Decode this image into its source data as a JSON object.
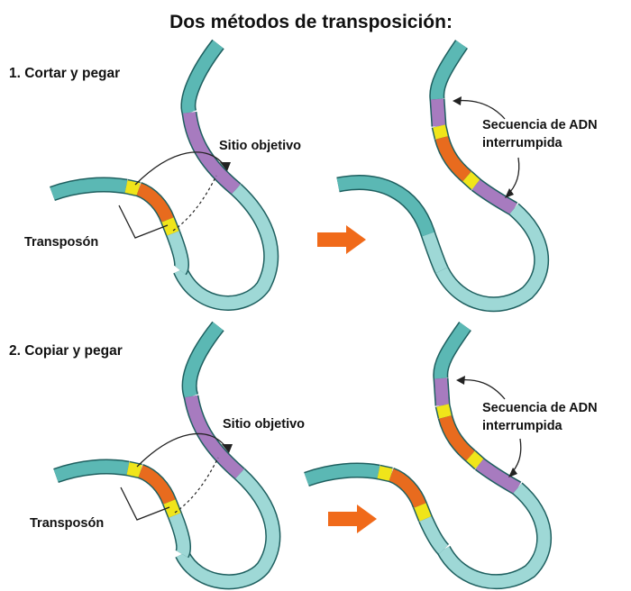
{
  "title": "Dos métodos de transposición:",
  "sections": [
    {
      "label": "1. Cortar y pegar",
      "target_label": "Sitio objetivo",
      "transposon_label": "Transposón",
      "result_label_line1": "Secuencia de ADN",
      "result_label_line2": "interrumpida"
    },
    {
      "label": "2. Copiar y pegar",
      "target_label": "Sitio objetivo",
      "transposon_label": "Transposón",
      "result_label_line1": "Secuencia de ADN",
      "result_label_line2": "interrumpida"
    }
  ],
  "colors": {
    "dna_dark": "#5bb8b4",
    "dna_light": "#9ed8d6",
    "dna_outline": "#1e5f5f",
    "target": "#a77bbf",
    "transposon": "#e86b1e",
    "flank": "#f0e51a",
    "arrow": "#f06a1a"
  }
}
